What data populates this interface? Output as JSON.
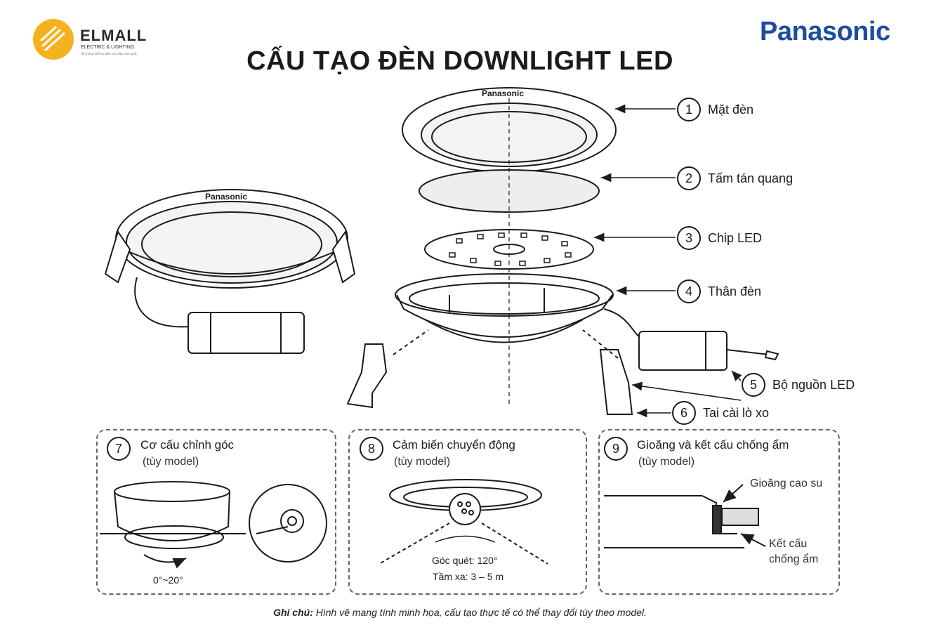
{
  "logo": {
    "name": "ELMALL",
    "tagline": "ELECTRIC & LIGHTING",
    "slogan": "Hệ thống thiết bị điện cao cấp toàn quốc"
  },
  "brand": "Panasonic",
  "title": "CẤU TẠO ĐÈN DOWNLIGHT LED",
  "product_brand_label": "Panasonic",
  "parts": [
    {
      "num": "1",
      "label": "Mặt đèn"
    },
    {
      "num": "2",
      "label": "Tấm tán quang"
    },
    {
      "num": "3",
      "label": "Chip LED"
    },
    {
      "num": "4",
      "label": "Thân đèn"
    },
    {
      "num": "5",
      "label": "Bộ nguồn LED"
    },
    {
      "num": "6",
      "label": "Tai cài lò xo"
    }
  ],
  "features": [
    {
      "num": "7",
      "title": "Cơ cấu chỉnh góc",
      "sub": "(tùy model)",
      "detail": "0°~20°"
    },
    {
      "num": "8",
      "title": "Cảm biến chuyển động",
      "sub": "(tùy model)",
      "detail1": "Góc quét: 120°",
      "detail2": "Tầm xa: 3 – 5 m"
    },
    {
      "num": "9",
      "title": "Gioăng và kết cấu chống ẩm",
      "sub": "(tùy model)",
      "detail1": "Gioăng cao su",
      "detail2a": "Kết cấu",
      "detail2b": "chống ẩm"
    }
  ],
  "note": {
    "label": "Ghi chú:",
    "text": "Hình vẽ mang tính minh họa, cấu tạo thực tế có thể thay đổi tùy theo model."
  },
  "colors": {
    "brand": "#1e4da0",
    "logo_yellow": "#f5b21e",
    "ink": "#1b1b1b"
  }
}
